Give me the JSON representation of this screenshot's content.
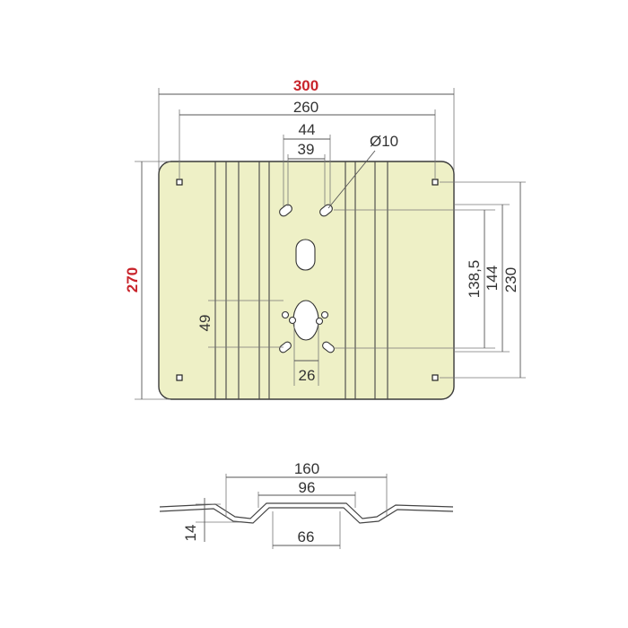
{
  "colors": {
    "plate_fill": "#eef0c6",
    "accent_dimension": "#c8242b"
  },
  "plan_view": {
    "overall_width": "300",
    "overall_height": "270",
    "inner_width": "260",
    "hole_spacing_outer": "44",
    "hole_spacing_inner": "39",
    "hole_diameter": "Ø10",
    "vertical_1": "138,5",
    "vertical_2": "144",
    "vertical_3": "230",
    "vertical_small": "49",
    "center_width": "26"
  },
  "profile_view": {
    "top_width": "160",
    "mid_width": "96",
    "bottom_width": "66",
    "depth": "14"
  }
}
